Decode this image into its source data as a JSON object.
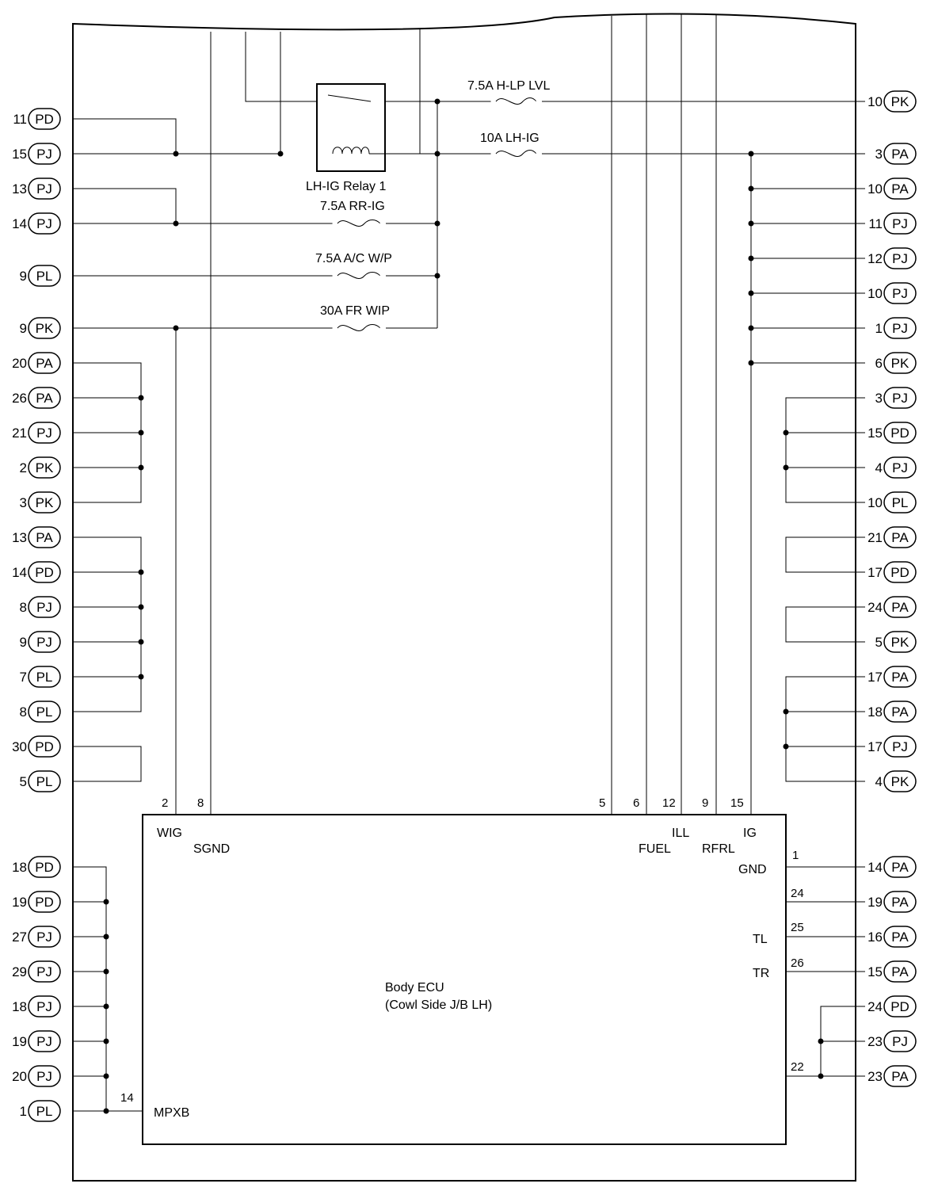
{
  "relay": {
    "label": "LH-IG Relay 1"
  },
  "fuses": [
    {
      "id": "hlp",
      "label": "7.5A H-LP LVL"
    },
    {
      "id": "lhig",
      "label": "10A LH-IG"
    },
    {
      "id": "rrig",
      "label": "7.5A RR-IG"
    },
    {
      "id": "acwp",
      "label": "7.5A A/C W/P"
    },
    {
      "id": "frwip",
      "label": "30A FR WIP"
    }
  ],
  "ecu": {
    "line1": "Body ECU",
    "line2": "(Cowl Side J/B LH)"
  },
  "ecu_pins": {
    "wig": "WIG",
    "sgnd": "SGND",
    "fuel": "FUEL",
    "ill": "ILL",
    "rfrl": "RFRL",
    "ig": "IG",
    "gnd": "GND",
    "tl": "TL",
    "tr": "TR",
    "mpxb": "MPXB"
  },
  "ecu_pin_numbers": {
    "wig": "2",
    "sgnd": "8",
    "fuel_left": "5",
    "fuel": "6",
    "ill": "12",
    "rfrl": "9",
    "ig": "15",
    "gnd": "1",
    "r24": "24",
    "tl": "25",
    "tr": "26",
    "r22": "22",
    "mpxb": "14"
  },
  "left_connectors": [
    {
      "pin": "11",
      "conn": "PD"
    },
    {
      "pin": "15",
      "conn": "PJ"
    },
    {
      "pin": "13",
      "conn": "PJ"
    },
    {
      "pin": "14",
      "conn": "PJ"
    },
    {
      "pin": "9",
      "conn": "PL"
    },
    {
      "pin": "9",
      "conn": "PK"
    },
    {
      "pin": "20",
      "conn": "PA"
    },
    {
      "pin": "26",
      "conn": "PA"
    },
    {
      "pin": "21",
      "conn": "PJ"
    },
    {
      "pin": "2",
      "conn": "PK"
    },
    {
      "pin": "3",
      "conn": "PK"
    },
    {
      "pin": "13",
      "conn": "PA"
    },
    {
      "pin": "14",
      "conn": "PD"
    },
    {
      "pin": "8",
      "conn": "PJ"
    },
    {
      "pin": "9",
      "conn": "PJ"
    },
    {
      "pin": "7",
      "conn": "PL"
    },
    {
      "pin": "8",
      "conn": "PL"
    },
    {
      "pin": "30",
      "conn": "PD"
    },
    {
      "pin": "5",
      "conn": "PL"
    },
    {
      "pin": "18",
      "conn": "PD"
    },
    {
      "pin": "19",
      "conn": "PD"
    },
    {
      "pin": "27",
      "conn": "PJ"
    },
    {
      "pin": "29",
      "conn": "PJ"
    },
    {
      "pin": "18",
      "conn": "PJ"
    },
    {
      "pin": "19",
      "conn": "PJ"
    },
    {
      "pin": "20",
      "conn": "PJ"
    },
    {
      "pin": "1",
      "conn": "PL"
    }
  ],
  "right_connectors": [
    {
      "pin": "10",
      "conn": "PK"
    },
    {
      "pin": "3",
      "conn": "PA"
    },
    {
      "pin": "10",
      "conn": "PA"
    },
    {
      "pin": "11",
      "conn": "PJ"
    },
    {
      "pin": "12",
      "conn": "PJ"
    },
    {
      "pin": "10",
      "conn": "PJ"
    },
    {
      "pin": "1",
      "conn": "PJ"
    },
    {
      "pin": "6",
      "conn": "PK"
    },
    {
      "pin": "3",
      "conn": "PJ"
    },
    {
      "pin": "15",
      "conn": "PD"
    },
    {
      "pin": "4",
      "conn": "PJ"
    },
    {
      "pin": "10",
      "conn": "PL"
    },
    {
      "pin": "21",
      "conn": "PA"
    },
    {
      "pin": "17",
      "conn": "PD"
    },
    {
      "pin": "24",
      "conn": "PA"
    },
    {
      "pin": "5",
      "conn": "PK"
    },
    {
      "pin": "17",
      "conn": "PA"
    },
    {
      "pin": "18",
      "conn": "PA"
    },
    {
      "pin": "17",
      "conn": "PJ"
    },
    {
      "pin": "4",
      "conn": "PK"
    },
    {
      "pin": "14",
      "conn": "PA"
    },
    {
      "pin": "19",
      "conn": "PA"
    },
    {
      "pin": "16",
      "conn": "PA"
    },
    {
      "pin": "15",
      "conn": "PA"
    },
    {
      "pin": "24",
      "conn": "PD"
    },
    {
      "pin": "23",
      "conn": "PJ"
    },
    {
      "pin": "23",
      "conn": "PA"
    }
  ]
}
